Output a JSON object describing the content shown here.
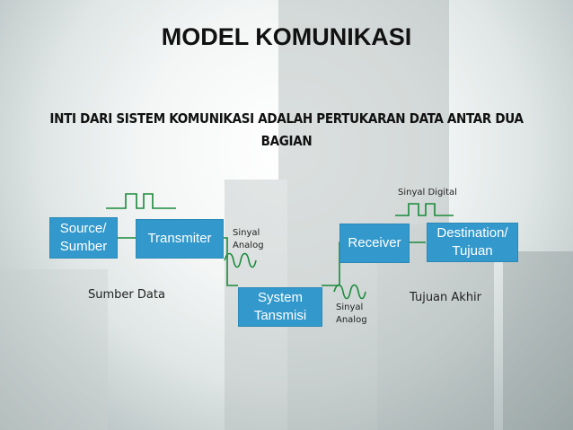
{
  "slide": {
    "title": "MODEL KOMUNIKASI",
    "subtitle": "INTI DARI SISTEM KOMUNIKASI ADALAH PERTUKARAN DATA ANTAR DUA BAGIAN"
  },
  "boxes": {
    "source": "Source/\nSumber",
    "transmitter": "Transmiter",
    "system": "System\nTansmisi",
    "receiver": "Receiver",
    "destination": "Destination/\nTujuan"
  },
  "labels": {
    "sumber_data": "Sumber Data",
    "tujuan_akhir": "Tujuan Akhir",
    "sinyal_digital": "Sinyal Digital",
    "sinyal_analog_1_line1": "Sinyal",
    "sinyal_analog_1_line2": "Analog",
    "sinyal_analog_2_line1": "Sinyal",
    "sinyal_analog_2_line2": "Analog"
  },
  "colors": {
    "box_fill": "#3399cc",
    "line": "#1a8a3a"
  }
}
